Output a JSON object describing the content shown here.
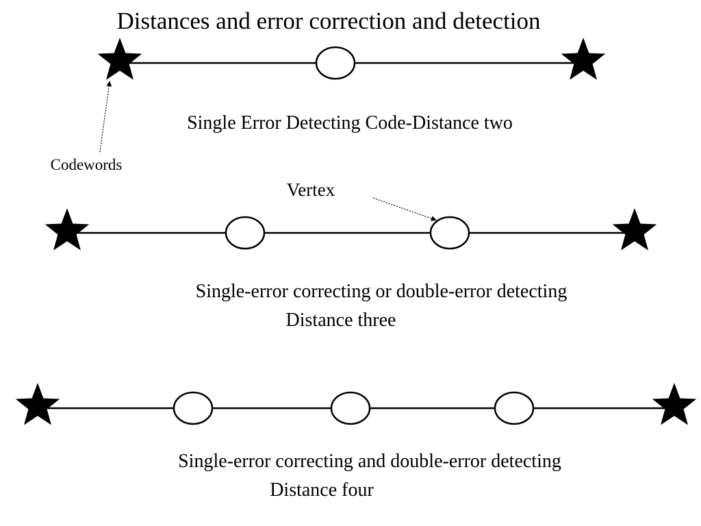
{
  "title": "Distances and error correction and detection",
  "colors": {
    "title": "#1a8c1a",
    "ink": "#000000",
    "vertex_fill": "#ffffff"
  },
  "annotations": {
    "codewords": "Codewords",
    "vertex": "Vertex"
  },
  "rows": [
    {
      "caption_lines": [
        "Single Error Detecting Code-Distance two"
      ],
      "intermediate_vertices": 1
    },
    {
      "caption_lines": [
        "Single-error correcting or  double-error detecting",
        "Distance three"
      ],
      "intermediate_vertices": 2
    },
    {
      "caption_lines": [
        "Single-error correcting and double-error detecting",
        "Distance four"
      ],
      "intermediate_vertices": 3
    }
  ]
}
